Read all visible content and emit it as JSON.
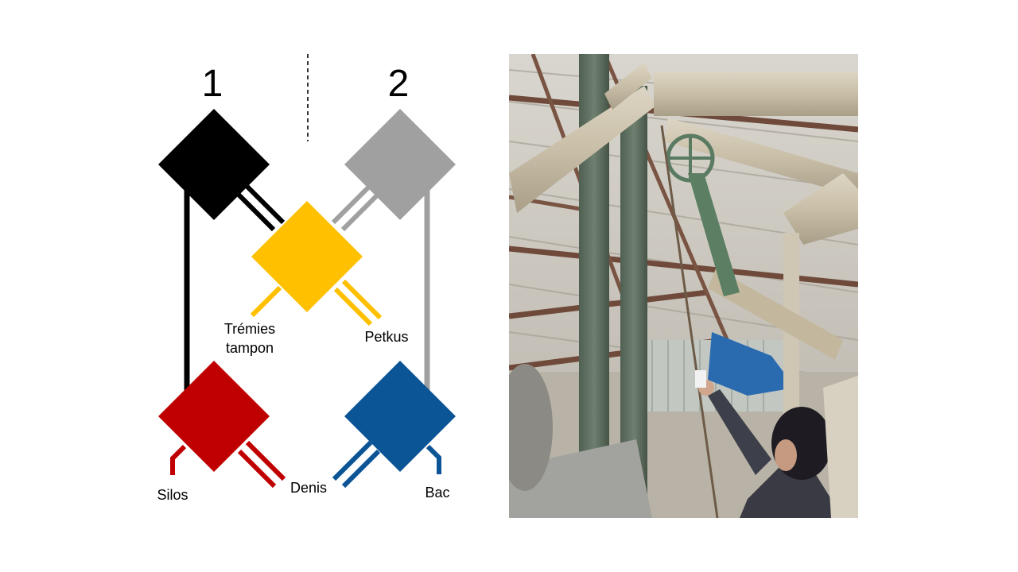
{
  "diagram": {
    "column_labels": [
      "1",
      "2"
    ],
    "nodes": [
      {
        "id": "black",
        "color": "#000000"
      },
      {
        "id": "grey",
        "color": "#a0a0a0"
      },
      {
        "id": "yellow",
        "color": "#ffc000"
      },
      {
        "id": "red",
        "color": "#c00000"
      },
      {
        "id": "blue",
        "color": "#0b5496"
      }
    ],
    "labels": {
      "tremies_line1": "Trémies",
      "tremies_line2": "tampon",
      "petkus": "Petkus",
      "silos": "Silos",
      "denis": "Denis",
      "bac": "Bac"
    }
  },
  "photo": {
    "subject": "grain-processing-facility-interior-with-pipes-and-operator"
  }
}
